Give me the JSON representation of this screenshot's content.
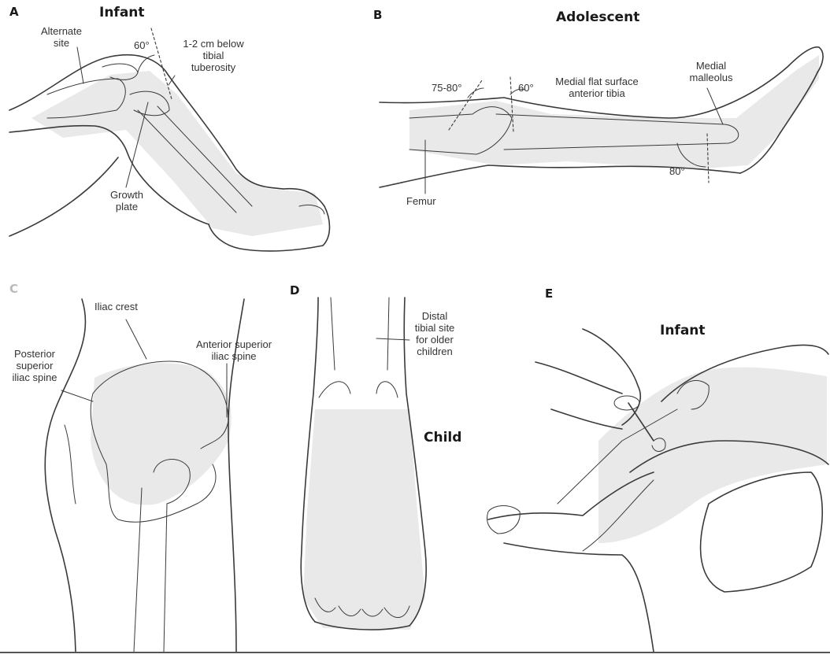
{
  "panels": {
    "a": {
      "letter": "A",
      "heading": "Infant",
      "labels": {
        "alternate_site": "Alternate\nsite",
        "angle": "60°",
        "below_tuberosity": "1-2 cm below\ntibial\ntuberosity",
        "growth_plate": "Growth\nplate"
      }
    },
    "b": {
      "letter": "B",
      "heading": "Adolescent",
      "labels": {
        "angle_75_80": "75-80°",
        "angle_60": "60°",
        "medial_flat_surface": "Medial flat surface\nanterior tibia",
        "medial_malleolus": "Medial\nmalleolus",
        "angle_80": "80°",
        "femur": "Femur"
      }
    },
    "c": {
      "letter": "C",
      "labels": {
        "iliac_crest": "Iliac crest",
        "posterior_superior_iliac_spine": "Posterior\nsuperior\niliac spine",
        "anterior_superior_iliac_spine": "Anterior superior\niliac spine"
      }
    },
    "d": {
      "letter": "D",
      "heading": "Child",
      "labels": {
        "distal_tibial_site": "Distal\ntibial site\nfor older\nchildren"
      }
    },
    "e": {
      "letter": "E",
      "heading": "Infant"
    }
  }
}
